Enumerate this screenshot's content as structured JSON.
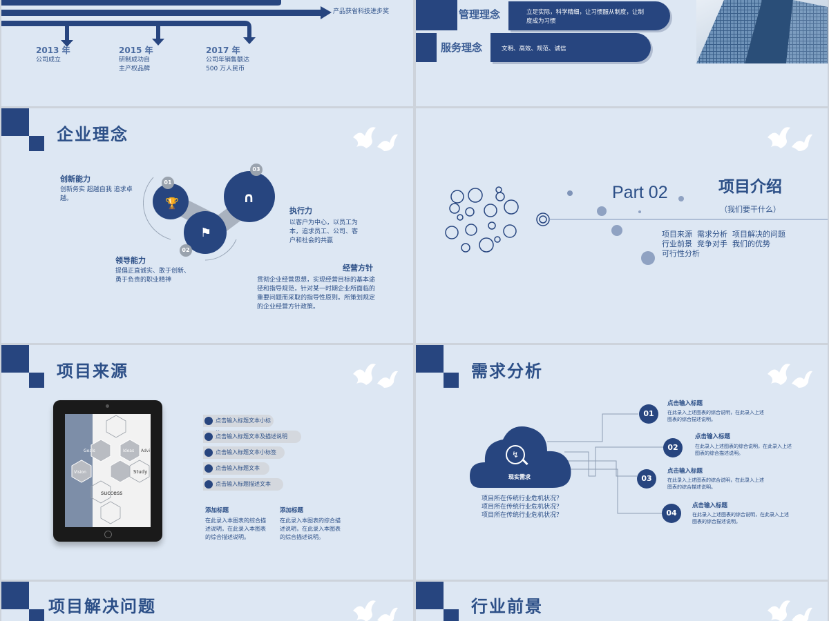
{
  "slide1": {
    "award": "产品获省科技进步奖",
    "milestones": [
      {
        "year": "2013 年",
        "desc": "公司成立"
      },
      {
        "year": "2015 年",
        "desc": "研制成功自\n主产权品牌"
      },
      {
        "year": "2017 年",
        "desc": "公司年销售额达\n500 万人民币"
      }
    ]
  },
  "slide2": {
    "items": [
      {
        "label": "管理理念",
        "desc": "立足实际，科学精细，让习惯服从制度，让制\n度成为习惯"
      },
      {
        "label": "服务理念",
        "desc": "文明、高效、规范、诚信"
      }
    ]
  },
  "slide3": {
    "title": "企业理念",
    "nodes": [
      "01",
      "02",
      "03"
    ],
    "blocks": [
      {
        "heading": "创新能力",
        "desc": "创新务实 超越自我 追求卓\n越。"
      },
      {
        "heading": "执行力",
        "desc": "以客户为中心，以员工为\n本，追求员工、公司、客\n户和社会的共赢"
      },
      {
        "heading": "领导能力",
        "desc": "提倡正直诚实、敢于创新、\n勇于负责的职业精神"
      },
      {
        "heading": "经营方针",
        "desc": "贯彻企业经营思想，实现经营目标的基本途\n径和指导规范，针对某一时期企业所面临的\n重要问题而采取的指导性原则。所策划规定\n的企业经营方针政策。"
      }
    ]
  },
  "slide4": {
    "part": "Part 02",
    "title": "项目介绍",
    "subtitle": "（我们要干什么）",
    "topics": "项目来源  需求分析  项目解决的问题\n行业前景  竞争对手  我们的优势\n可行性分析"
  },
  "slide5": {
    "title": "项目来源",
    "screen_words": [
      "Goals",
      "Ideas",
      "Advi",
      "Vision",
      "Study",
      "success"
    ],
    "pills": [
      "点击输入标题文本小标签",
      "点击输入标题文本及描述说明",
      "点击输入标题文本小标签",
      "点击输入标题文本",
      "点击输入标题描述文本"
    ],
    "notes": [
      {
        "heading": "添加标题",
        "desc": "在此录入本图表的综合描\n述说明，在此录入本图表\n的综合描述说明。"
      },
      {
        "heading": "添加标题",
        "desc": "在此录入本图表的综合描\n述说明，在此录入本图表\n的综合描述说明。"
      }
    ]
  },
  "slide6": {
    "title": "需求分析",
    "cloud_label": "现实需求",
    "questions": "项目所在传统行业危机状况？\n项目所在传统行业危机状况？\n项目所在传统行业危机状况？",
    "items": [
      {
        "num": "01",
        "heading": "点击输入标题",
        "desc": "在此录入上述图表的综合说明，在此录入上述\n图表的综合描述说明。"
      },
      {
        "num": "02",
        "heading": "点击输入标题",
        "desc": "在此录入上述图表的综合说明，在此录入上述\n图表的综合描述说明。"
      },
      {
        "num": "03",
        "heading": "点击输入标题",
        "desc": "在此录入上述图表的综合说明，在此录入上述\n图表的综合描述说明。"
      },
      {
        "num": "04",
        "heading": "点击输入标题",
        "desc": "在此录入上述图表的综合说明，在此录入上述\n图表的综合描述说明。"
      }
    ]
  },
  "slide7": {
    "title": "项目解决问题"
  },
  "slide8": {
    "title": "行业前景"
  },
  "colors": {
    "navy": "#27457f",
    "slide_bg": "#dde7f3",
    "text": "#2c4f87"
  }
}
